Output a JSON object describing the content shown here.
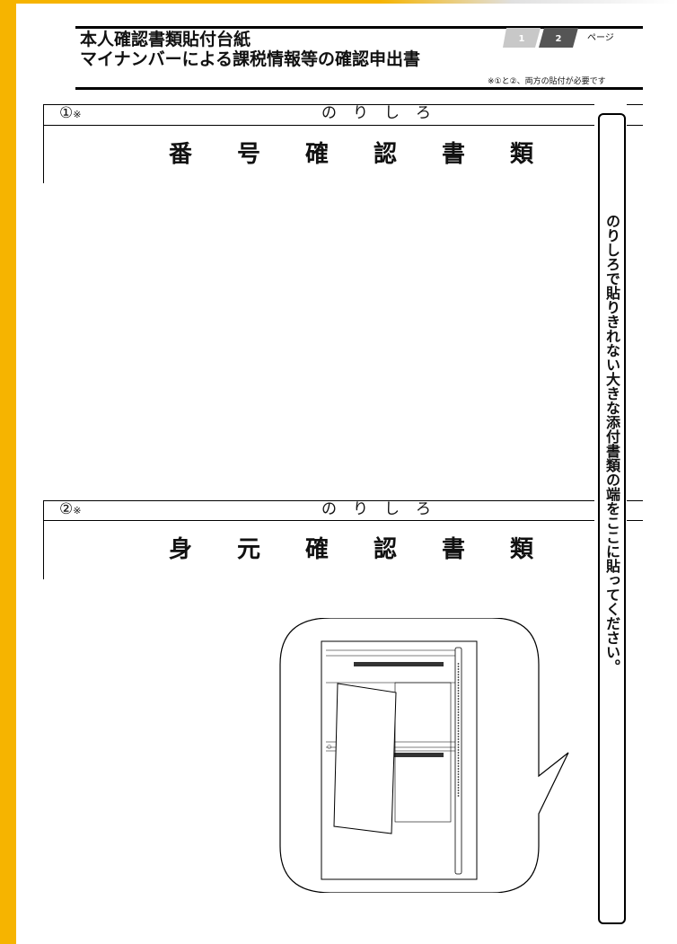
{
  "header": {
    "title_line1": "本人確認書類貼付台紙",
    "title_line2": "マイナンバーによる課税情報等の確認申出書",
    "page_numbers": [
      "1",
      "2"
    ],
    "page_label": "ページ",
    "note": "※①と②、両方の貼付が必要です"
  },
  "section1": {
    "number": "①",
    "mark": "※",
    "glue_label": "のりしろ",
    "document_title": "番号確認書類"
  },
  "section2": {
    "number": "②",
    "mark": "※",
    "glue_label": "のりしろ",
    "document_title": "身元確認書類"
  },
  "side_instruction": "のりしろで貼りきれない大きな添付書類の端をここに貼ってください。",
  "illustration": {
    "description_icon": "pasting-example-illustration"
  },
  "colors": {
    "accent": "#f6b400",
    "page_active": "#555555",
    "page_inactive": "#c8c8c8"
  }
}
